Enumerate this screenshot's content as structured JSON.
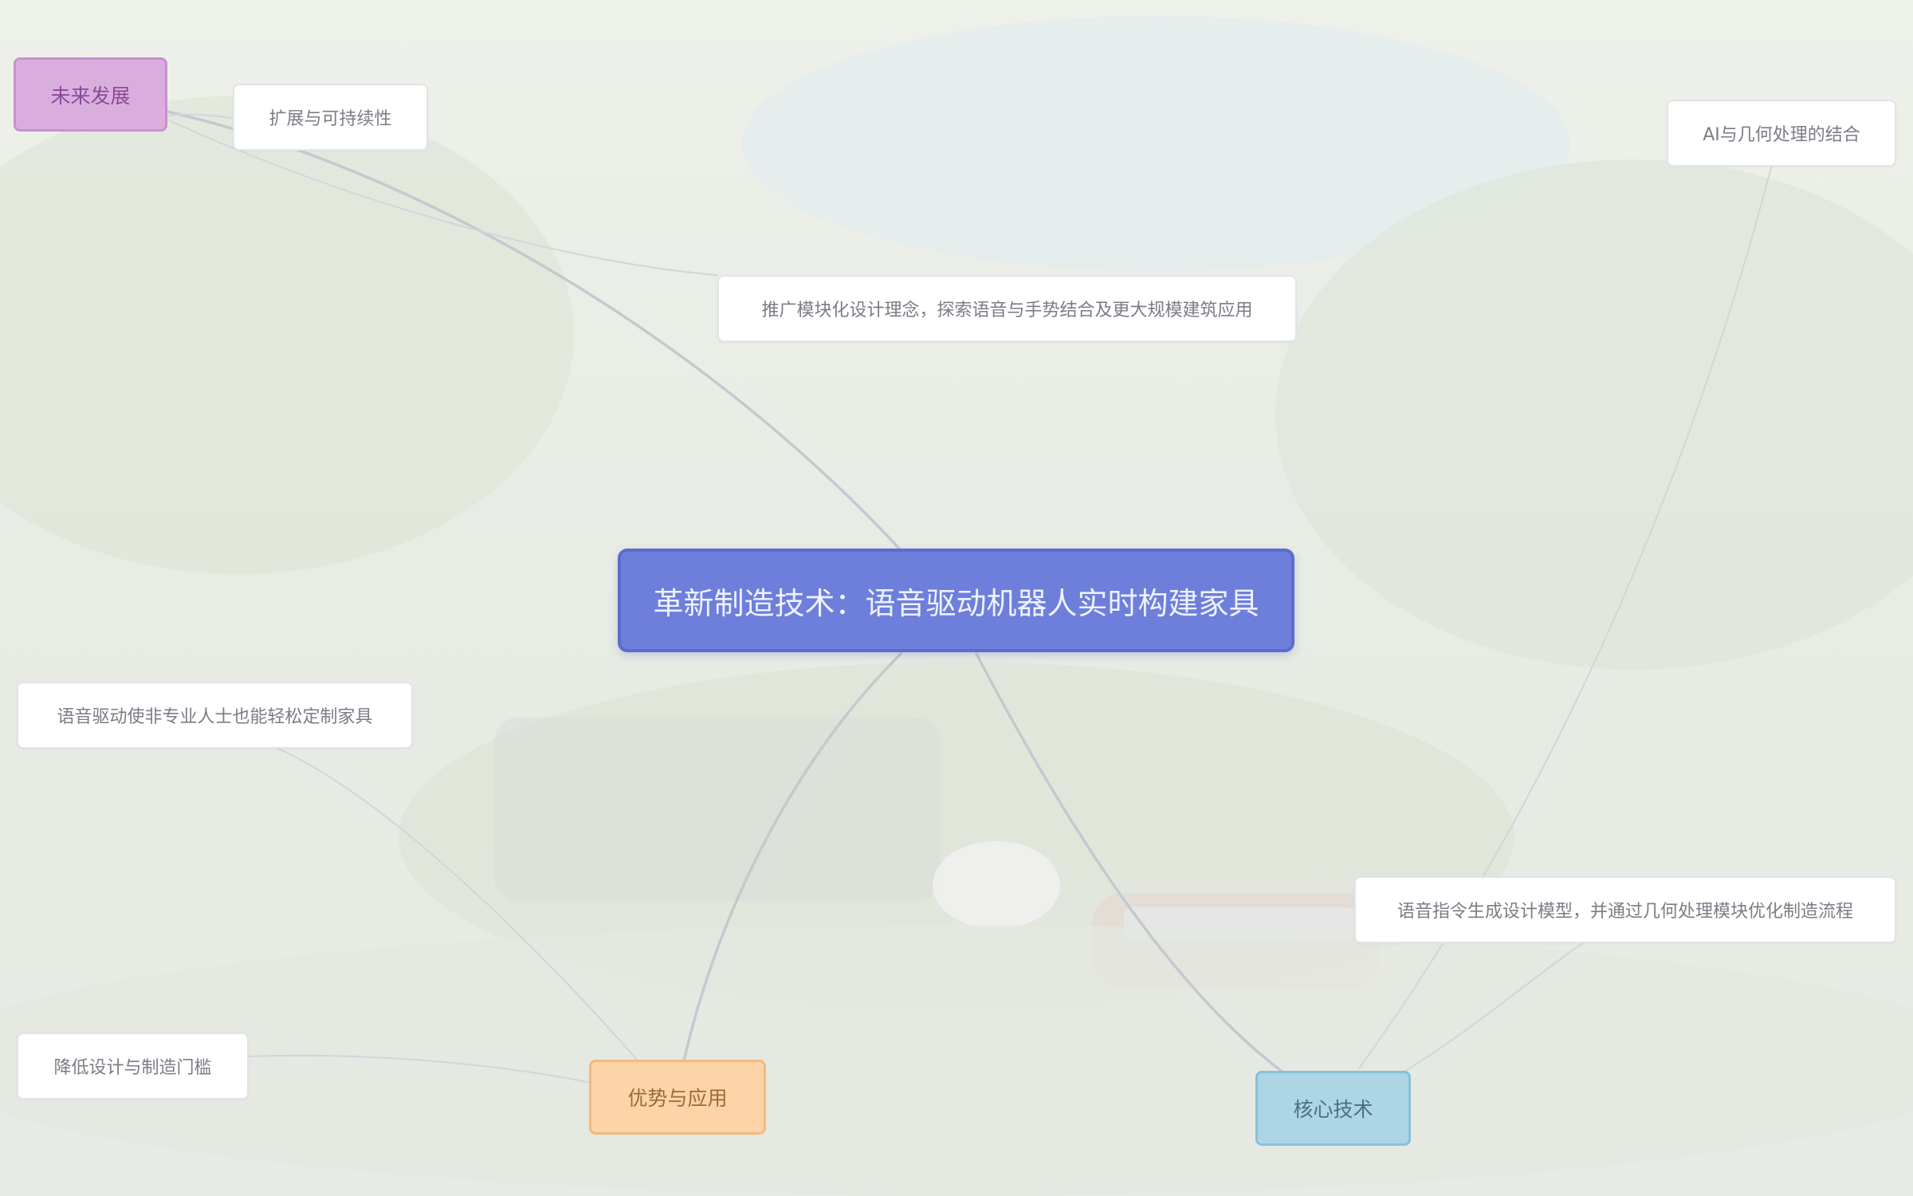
{
  "mindmap": {
    "root": {
      "label": "革新制造技术：语音驱动机器人实时构建家具"
    },
    "branches": {
      "future": {
        "label": "未来发展",
        "children": [
          "扩展与可持续性",
          "推广模块化设计理念，探索语音与手势结合及更大规模建筑应用"
        ]
      },
      "advantages": {
        "label": "优势与应用",
        "children": [
          "语音驱动使非专业人士也能轻松定制家具",
          "降低设计与制造门槛"
        ]
      },
      "core": {
        "label": "核心技术",
        "children": [
          "AI与几何处理的结合",
          "语音指令生成设计模型，并通过几何处理模块优化制造流程"
        ]
      }
    }
  },
  "colors": {
    "root_fill": "#6d7fda",
    "future_fill": "#d9aede",
    "advantages_fill": "#fdd3a8",
    "core_fill": "#acd6e6",
    "leaf_fill": "#ffffff",
    "edge": "#c9ccd2"
  }
}
